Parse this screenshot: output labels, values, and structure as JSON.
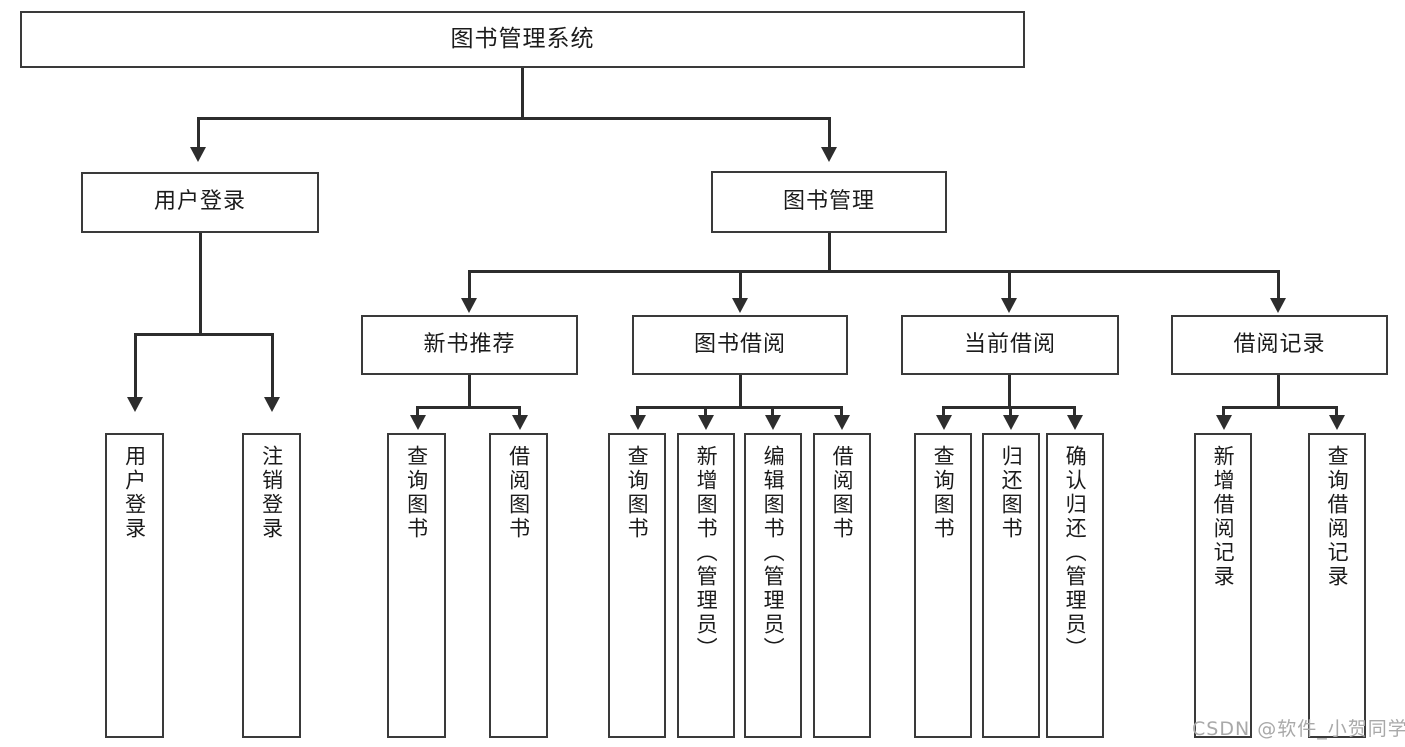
{
  "diagram": {
    "type": "tree-hierarchy-chart",
    "title": "图书管理系统",
    "watermark": "CSDN @软件_小贺同学",
    "colors": {
      "background": "#ffffff",
      "box_fill": "#ffffff",
      "box_border": "#3a3a3a",
      "connector": "#2d2d2d",
      "text": "#1b1b1b",
      "watermark": "#a9a9a9"
    },
    "levels": {
      "root": "图书管理系统",
      "level2": [
        "用户登录",
        "图书管理"
      ],
      "level3": [
        "新书推荐",
        "图书借阅",
        "当前借阅",
        "借阅记录"
      ]
    },
    "nodes": {
      "root": {
        "label": "图书管理系统"
      },
      "user_login": {
        "label": "用户登录"
      },
      "book_manage": {
        "label": "图书管理"
      },
      "new_book_rec": {
        "label": "新书推荐"
      },
      "book_borrow": {
        "label": "图书借阅"
      },
      "current_borrow": {
        "label": "当前借阅"
      },
      "borrow_record": {
        "label": "借阅记录"
      }
    },
    "leaves": {
      "user_login": [
        {
          "label": "用户登录"
        },
        {
          "label": "注销登录"
        }
      ],
      "new_book_rec": [
        {
          "label": "查询图书"
        },
        {
          "label": "借阅图书"
        }
      ],
      "book_borrow": [
        {
          "label": "查询图书"
        },
        {
          "label": "新增图书（管理员）"
        },
        {
          "label": "编辑图书（管理员）"
        },
        {
          "label": "借阅图书"
        }
      ],
      "current_borrow": [
        {
          "label": "查询图书"
        },
        {
          "label": "归还图书"
        },
        {
          "label": "确认归还（管理员）"
        }
      ],
      "borrow_record": [
        {
          "label": "新增借阅记录"
        },
        {
          "label": "查询借阅记录"
        }
      ]
    }
  }
}
